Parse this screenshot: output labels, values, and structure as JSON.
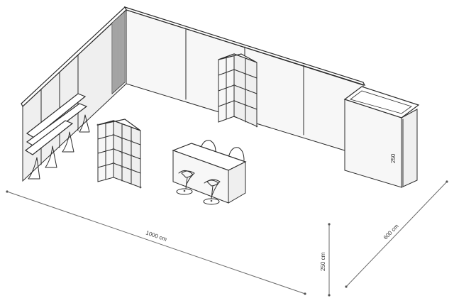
{
  "dimensions": {
    "width_label": "1000 cm",
    "depth_label": "600 cm",
    "height_label": "250 cm",
    "cabin_height_label": "250"
  }
}
